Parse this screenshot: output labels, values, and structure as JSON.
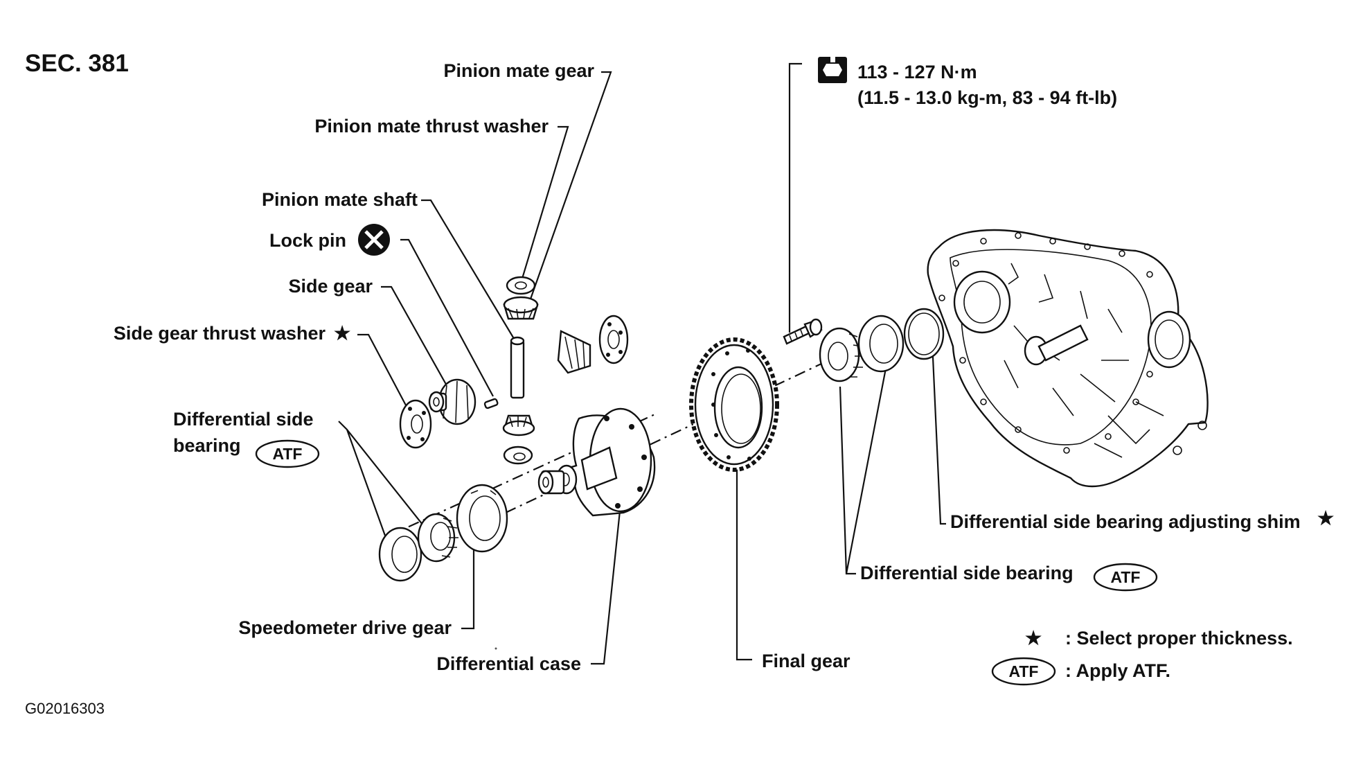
{
  "section": "SEC. 381",
  "figure_id": "G02016303",
  "torque": {
    "primary": "113 - 127 N·m",
    "secondary": "(11.5 - 13.0 kg-m, 83 - 94 ft-lb)"
  },
  "labels": {
    "pinion_mate_gear": "Pinion mate gear",
    "pinion_mate_thrust_washer": "Pinion mate thrust washer",
    "pinion_mate_shaft": "Pinion mate shaft",
    "lock_pin": "Lock pin",
    "side_gear": "Side gear",
    "side_gear_thrust_washer": "Side gear thrust washer",
    "differential_side_bearing_left_1": "Differential side",
    "differential_side_bearing_left_2": "bearing",
    "speedometer_drive_gear": "Speedometer drive gear",
    "differential_case": "Differential case",
    "final_gear": "Final gear",
    "adjusting_shim": "Differential side bearing adjusting shim",
    "differential_side_bearing_right": "Differential side bearing"
  },
  "symbols": {
    "atf": "ATF",
    "star": "★"
  },
  "legend": {
    "star_text": ": Select proper thickness.",
    "atf_text": ": Apply ATF."
  }
}
